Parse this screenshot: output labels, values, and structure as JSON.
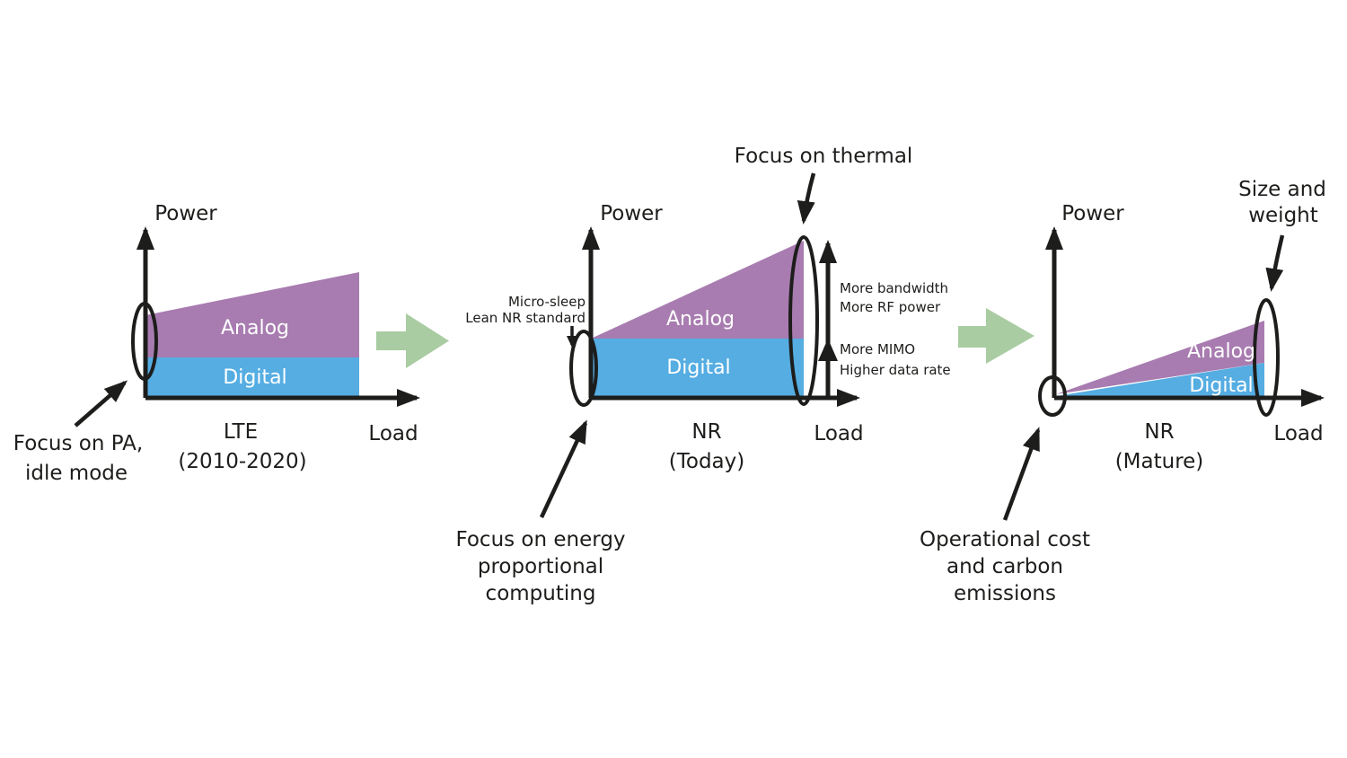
{
  "colors": {
    "analog": "#a87cb0",
    "digital": "#55ade2",
    "arrow_green": "#a9cca3",
    "ink": "#1d1d1b"
  },
  "panel_lte": {
    "power_axis_label": "Power",
    "load_axis_label": "Load",
    "title_line1": "LTE",
    "title_line2": "(2010-2020)",
    "analog_label": "Analog",
    "digital_label": "Digital",
    "annotation_line1": "Focus on PA,",
    "annotation_line2": "idle mode"
  },
  "panel_nr_today": {
    "power_axis_label": "Power",
    "load_axis_label": "Load",
    "title_line1": "NR",
    "title_line2": "(Today)",
    "analog_label": "Analog",
    "digital_label": "Digital",
    "thermal_annotation": "Focus on thermal",
    "microsleep_line1": "Micro-sleep",
    "microsleep_line2": "Lean NR standard",
    "bandwidth_line1": "More bandwidth",
    "bandwidth_line2": "More RF power",
    "mimo_line1": "More MIMO",
    "mimo_line2": "Higher data rate",
    "energy_line1": "Focus on energy",
    "energy_line2": "proportional",
    "energy_line3": "computing"
  },
  "panel_nr_mature": {
    "power_axis_label": "Power",
    "load_axis_label": "Load",
    "title_line1": "NR",
    "title_line2": "(Mature)",
    "analog_label": "Analog",
    "digital_label": "Digital",
    "size_annotation_line1": "Size and",
    "size_annotation_line2": "weight",
    "opcost_line1": "Operational cost",
    "opcost_line2": "and carbon",
    "opcost_line3": "emissions"
  }
}
